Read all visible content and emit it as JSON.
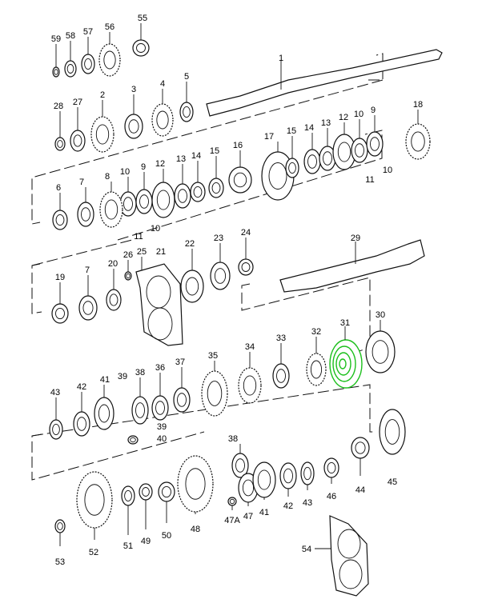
{
  "diagram_title": "",
  "highlight_color": "#1bbf1b",
  "highlighted_part": "31",
  "labels": [
    "59",
    "58",
    "57",
    "56",
    "55",
    "1",
    "28",
    "27",
    "2",
    "3",
    "4",
    "5",
    "18",
    "17",
    "15",
    "14",
    "13",
    "12",
    "10",
    "9",
    "11",
    "10",
    "16",
    "15",
    "14",
    "13",
    "12",
    "9",
    "10",
    "8",
    "7",
    "6",
    "11",
    "10",
    "19",
    "7",
    "20",
    "26",
    "25",
    "21",
    "22",
    "23",
    "24",
    "29",
    "31",
    "30",
    "32",
    "33",
    "34",
    "35",
    "37",
    "36",
    "38",
    "39",
    "41",
    "42",
    "43",
    "39",
    "40",
    "38",
    "53",
    "52",
    "51",
    "49",
    "50",
    "48",
    "47A",
    "47",
    "41",
    "42",
    "43",
    "46",
    "44",
    "45",
    "54"
  ]
}
